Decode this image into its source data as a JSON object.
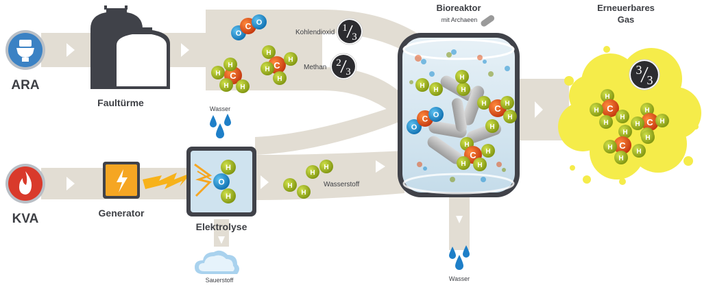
{
  "labels": {
    "ara": "ARA",
    "kva": "KVA",
    "faultuerme": "Faultürme",
    "generator": "Generator",
    "elektrolyse": "Elektrolyse",
    "wasser_top": "Wasser",
    "sauerstoff": "Sauerstoff",
    "wasserstoff": "Wasserstoff",
    "kohlendioxid": "Kohlendioxid",
    "methan": "Methan",
    "bioreaktor": "Bioreaktor",
    "archaeen": "mit Archaeen",
    "gas_line1": "Erneuerbares",
    "gas_line2": "Gas",
    "wasser_bottom": "Wasser"
  },
  "fractions": {
    "co2": {
      "num": "1",
      "den": "3"
    },
    "ch4": {
      "num": "2",
      "den": "3"
    },
    "gas": {
      "num": "3",
      "den": "3"
    }
  },
  "atoms": {
    "h": "H",
    "c": "C",
    "o": "O"
  },
  "colors": {
    "pipe": "#e2ddd3",
    "arrow": "#ffffff",
    "ara_blue": "#3b82c4",
    "kva_red": "#d93a2b",
    "tower": "#404249",
    "generator": "#f5a623",
    "bolt": "#f7b21a",
    "reactor_fill": "#cfe3ef",
    "gas_yellow": "#f5ec4a",
    "atom_h": "#a4b81c",
    "atom_c": "#e2541c",
    "atom_o": "#1e8fd0",
    "drop": "#1e7fc8",
    "text": "#3d3f44",
    "badge": "#2c2c30"
  },
  "icons": [
    "toilet-icon",
    "flame-icon",
    "lightning-icon",
    "water-drop-icon",
    "cloud-icon",
    "bacterium-icon"
  ]
}
